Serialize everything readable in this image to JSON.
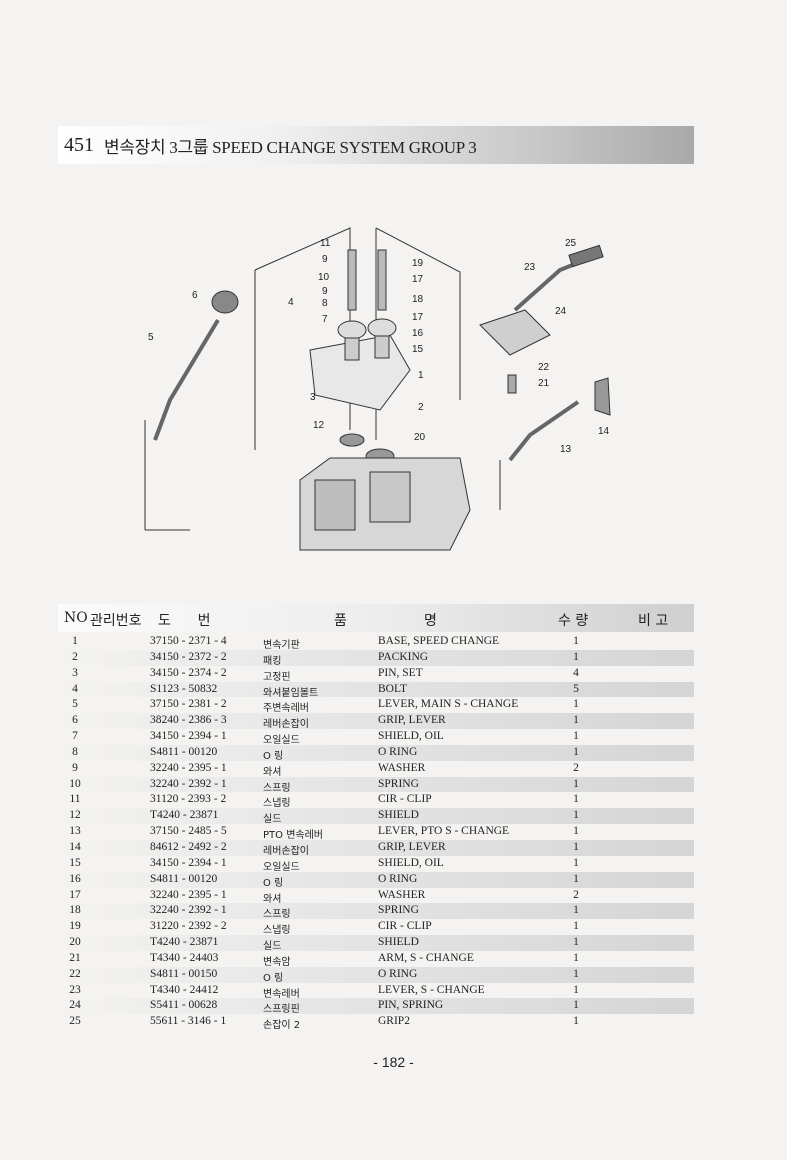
{
  "header": {
    "number": "451",
    "title": "변속장치 3그룹 SPEED CHANGE SYSTEM GROUP 3"
  },
  "diagram_callouts": [
    "1",
    "2",
    "3",
    "4",
    "5",
    "6",
    "7",
    "8",
    "9",
    "10",
    "9",
    "11",
    "12",
    "13",
    "14",
    "15",
    "16",
    "17",
    "18",
    "17",
    "19",
    "20",
    "21",
    "22",
    "23",
    "24",
    "25"
  ],
  "table": {
    "headers": {
      "no": "NO",
      "mgmt": "관리번호",
      "drawing": "도      번",
      "name_l": "품",
      "name_r": "명",
      "qty": "수 량",
      "remark": "비 고"
    },
    "rows": [
      {
        "no": "1",
        "part": "37150 - 2371 - 4",
        "kr": "변속기판",
        "en": "BASE, SPEED CHANGE",
        "qty": "1"
      },
      {
        "no": "2",
        "part": "34150 - 2372 - 2",
        "kr": "패킹",
        "en": "PACKING",
        "qty": "1"
      },
      {
        "no": "3",
        "part": "34150 - 2374 - 2",
        "kr": "고정핀",
        "en": "PIN, SET",
        "qty": "4"
      },
      {
        "no": "4",
        "part": "S1123 - 50832",
        "kr": "와셔붙임볼트",
        "en": "BOLT",
        "qty": "5"
      },
      {
        "no": "5",
        "part": "37150 - 2381 - 2",
        "kr": "주변속레버",
        "en": "LEVER, MAIN S - CHANGE",
        "qty": "1"
      },
      {
        "no": "6",
        "part": "38240 - 2386 - 3",
        "kr": "레버손잡이",
        "en": "GRIP, LEVER",
        "qty": "1"
      },
      {
        "no": "7",
        "part": "34150 - 2394 - 1",
        "kr": "오일실드",
        "en": "SHIELD, OIL",
        "qty": "1"
      },
      {
        "no": "8",
        "part": "S4811 - 00120",
        "kr": "O 링",
        "en": "O RING",
        "qty": "1"
      },
      {
        "no": "9",
        "part": "32240 - 2395 - 1",
        "kr": "와셔",
        "en": "WASHER",
        "qty": "2"
      },
      {
        "no": "10",
        "part": "32240 - 2392 - 1",
        "kr": "스프링",
        "en": "SPRING",
        "qty": "1"
      },
      {
        "no": "11",
        "part": "31120 - 2393 - 2",
        "kr": "스냅링",
        "en": "CIR - CLIP",
        "qty": "1"
      },
      {
        "no": "12",
        "part": "T4240 - 23871",
        "kr": "실드",
        "en": "SHIELD",
        "qty": "1"
      },
      {
        "no": "13",
        "part": "37150 - 2485 - 5",
        "kr": "PTO 변속레버",
        "en": "LEVER, PTO S - CHANGE",
        "qty": "1"
      },
      {
        "no": "14",
        "part": "84612 - 2492 - 2",
        "kr": "레버손잡이",
        "en": "GRIP, LEVER",
        "qty": "1"
      },
      {
        "no": "15",
        "part": "34150 - 2394 - 1",
        "kr": "오일실드",
        "en": "SHIELD, OIL",
        "qty": "1"
      },
      {
        "no": "16",
        "part": "S4811 - 00120",
        "kr": "O 링",
        "en": "O RING",
        "qty": "1"
      },
      {
        "no": "17",
        "part": "32240 - 2395 - 1",
        "kr": "와셔",
        "en": "WASHER",
        "qty": "2"
      },
      {
        "no": "18",
        "part": "32240 - 2392 - 1",
        "kr": "스프링",
        "en": "SPRING",
        "qty": "1"
      },
      {
        "no": "19",
        "part": "31220 - 2392 - 2",
        "kr": "스냅링",
        "en": "CIR - CLIP",
        "qty": "1"
      },
      {
        "no": "20",
        "part": "T4240 - 23871",
        "kr": "실드",
        "en": "SHIELD",
        "qty": "1"
      },
      {
        "no": "21",
        "part": "T4340 - 24403",
        "kr": "변속암",
        "en": "ARM, S - CHANGE",
        "qty": "1"
      },
      {
        "no": "22",
        "part": "S4811 - 00150",
        "kr": "O 링",
        "en": "O RING",
        "qty": "1"
      },
      {
        "no": "23",
        "part": "T4340 - 24412",
        "kr": "변속레버",
        "en": "LEVER, S - CHANGE",
        "qty": "1"
      },
      {
        "no": "24",
        "part": "S5411 - 00628",
        "kr": "스프링핀",
        "en": "PIN, SPRING",
        "qty": "1"
      },
      {
        "no": "25",
        "part": "55611 - 3146 - 1",
        "kr": "손잡이 2",
        "en": "GRIP2",
        "qty": "1"
      }
    ]
  },
  "footer": {
    "page": "- 182 -"
  }
}
